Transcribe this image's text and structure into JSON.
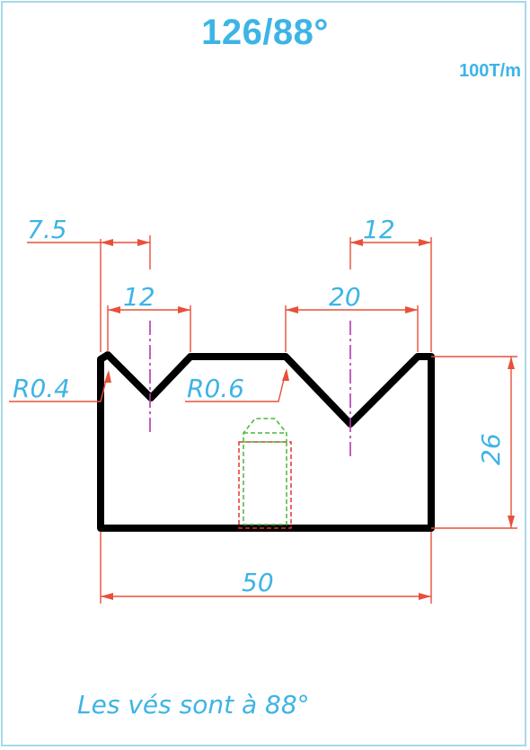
{
  "title": "126/88°",
  "capacity": "100T/m",
  "note": "Les vés sont à 88°",
  "dimensions": {
    "left_offset": "7.5",
    "left_vee_width": "12",
    "right_edge_offset": "12",
    "right_vee_width": "20",
    "left_radius": "R0.4",
    "mid_radius": "R0.6",
    "height": "26",
    "total_width": "50"
  }
}
